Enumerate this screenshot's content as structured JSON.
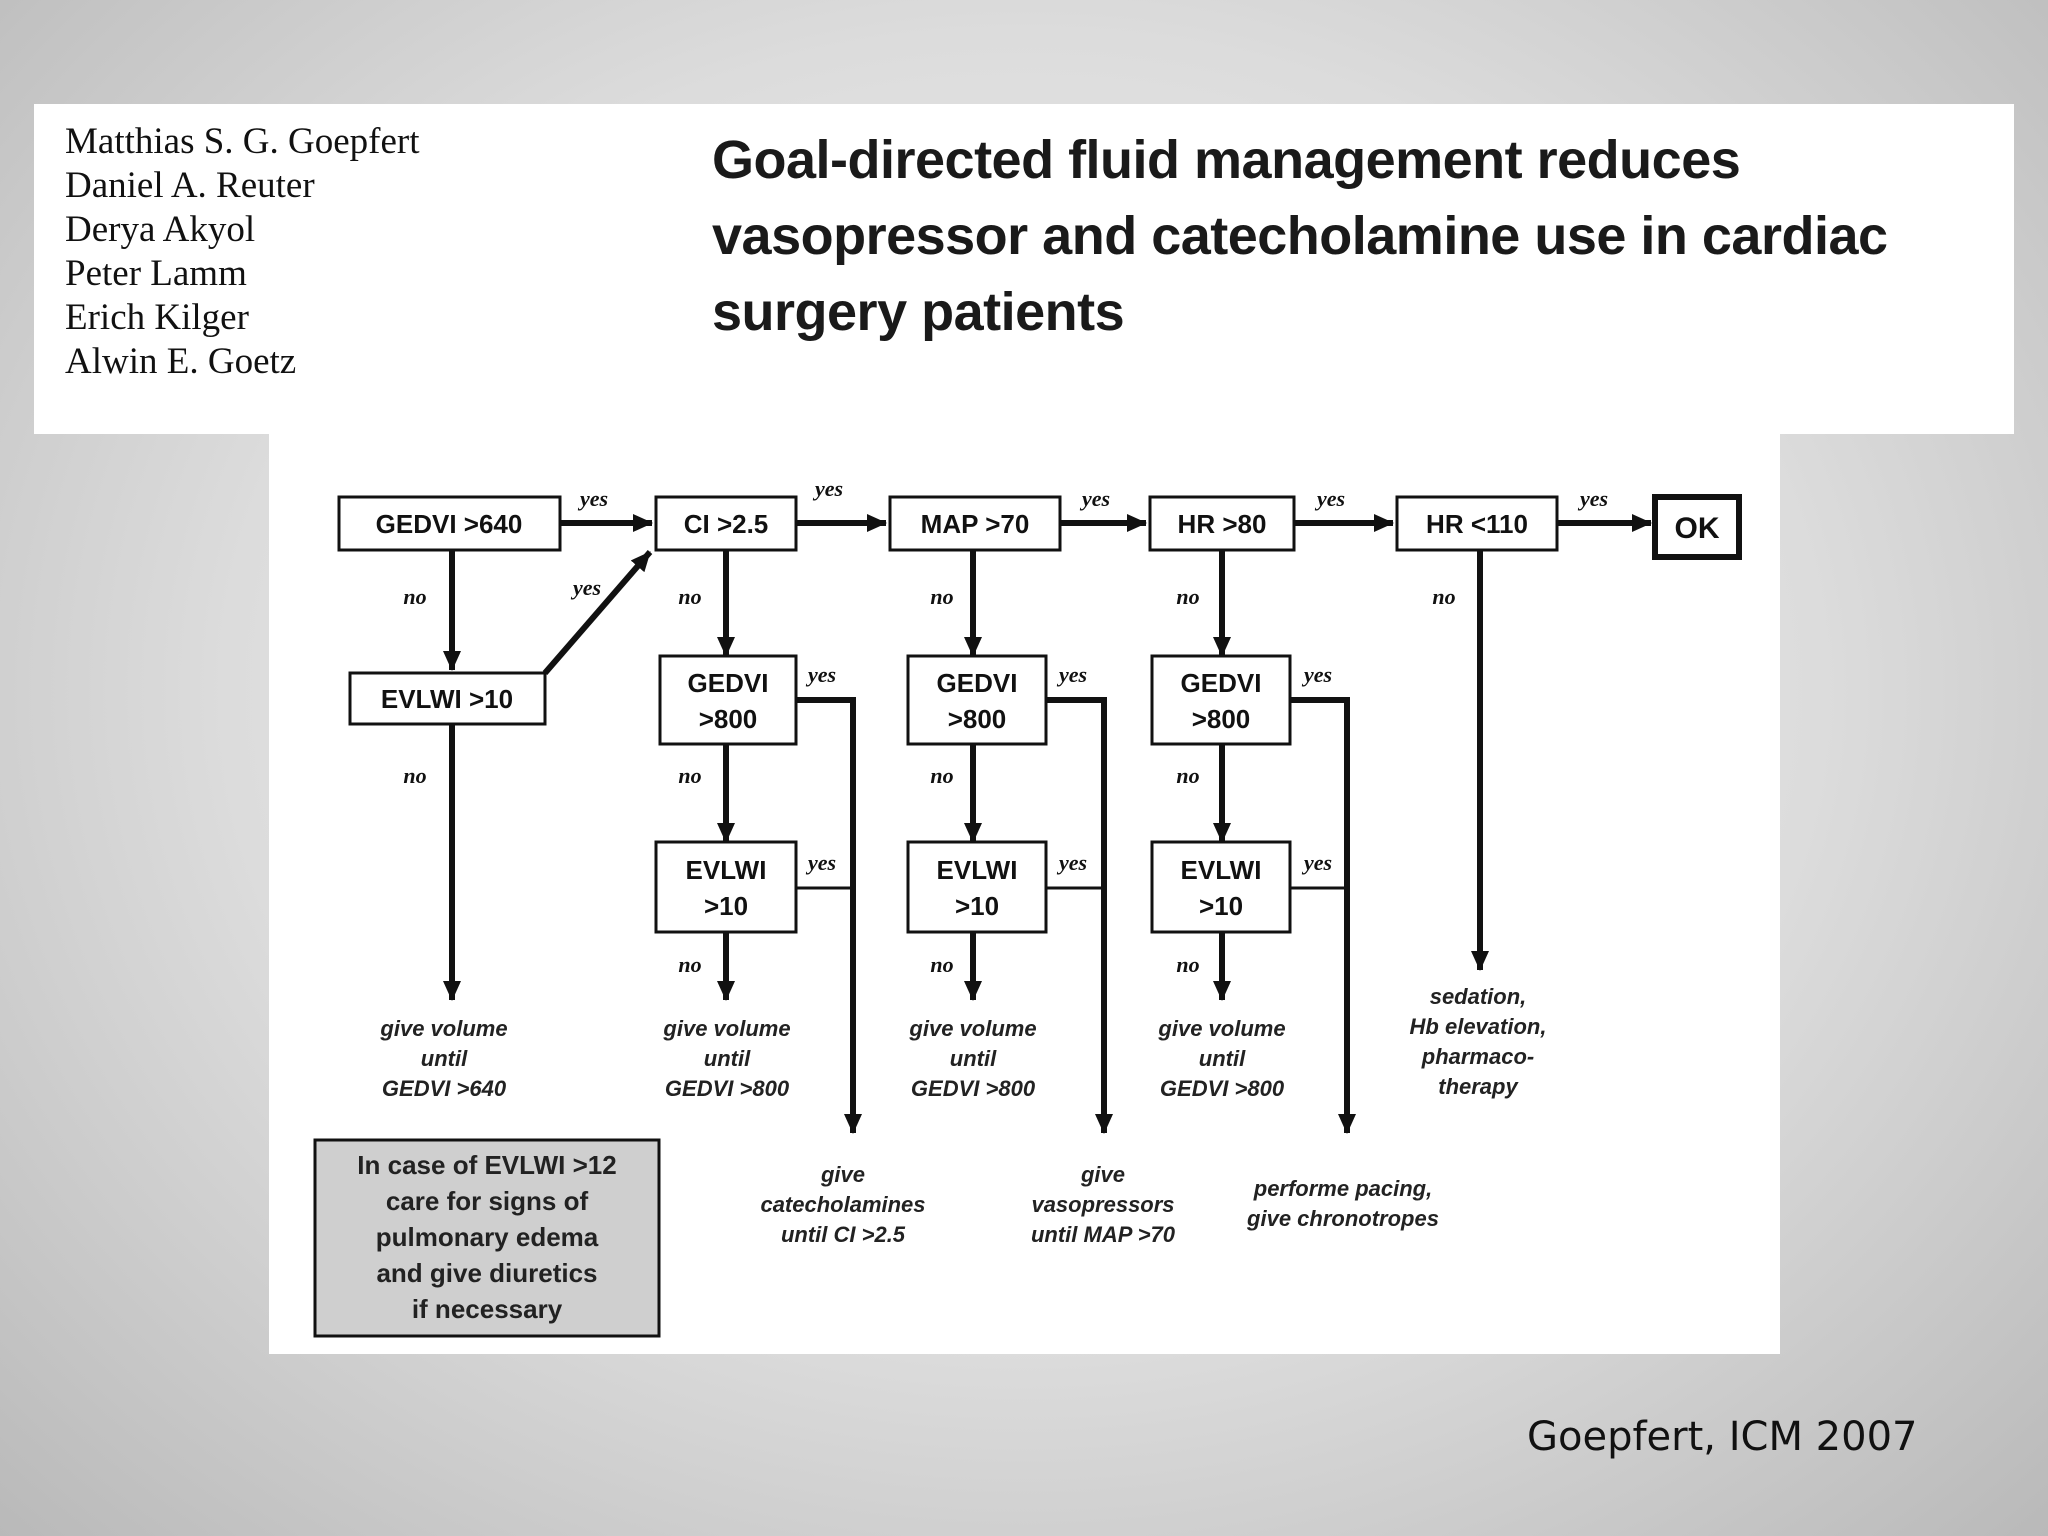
{
  "header": {
    "authors": [
      "Matthias S. G. Goepfert",
      "Daniel A. Reuter",
      "Derya Akyol",
      "Peter Lamm",
      "Erich Kilger",
      "Alwin E. Goetz"
    ],
    "title": "Goal-directed fluid management reduces vasopressor and catecholamine use in cardiac surgery patients"
  },
  "citation": "Goepfert, ICM 2007",
  "flowchart": {
    "main_nodes": [
      "GEDVI >640",
      "CI >2.5",
      "MAP >70",
      "HR >80",
      "HR <110",
      "OK"
    ],
    "evlwi_first": "EVLWI >10",
    "gedvi_800_line1": "GEDVI",
    "gedvi_800_line2": ">800",
    "evlwi_10_line1": "EVLWI",
    "evlwi_10_line2": ">10",
    "yes_label": "yes",
    "no_label": "no",
    "volume_640": [
      "give volume",
      "until",
      "GEDVI >640"
    ],
    "volume_800": [
      "give volume",
      "until",
      "GEDVI >800"
    ],
    "catecholamines": [
      "give",
      "catecholamines",
      "until CI >2.5"
    ],
    "vasopressors": [
      "give",
      "vasopressors",
      "until MAP >70"
    ],
    "pacing": [
      "performe pacing,",
      "give chronotropes"
    ],
    "sedation": [
      "sedation,",
      "Hb elevation,",
      "pharmaco-",
      "therapy"
    ],
    "note": [
      "In case of EVLWI >12",
      "care for signs of",
      "pulmonary edema",
      "and give diuretics",
      "if necessary"
    ]
  }
}
